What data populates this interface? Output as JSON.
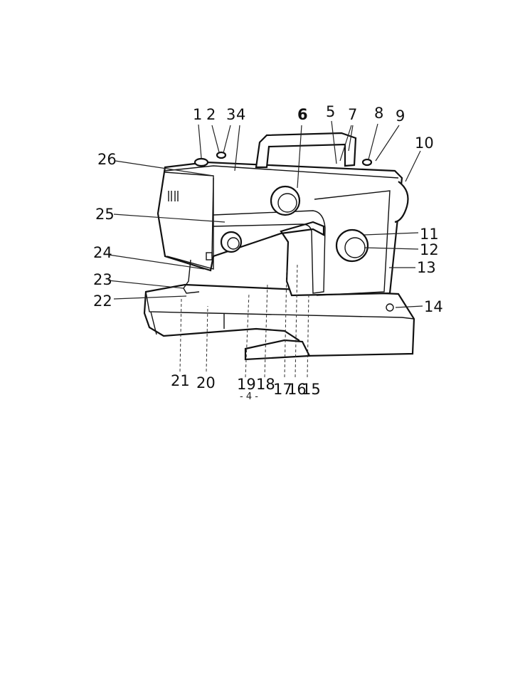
{
  "diagram": {
    "labels": {
      "l1": "1",
      "l2": "2",
      "l3": "3",
      "l4": "4",
      "l5": "5",
      "l6": "6",
      "l7": "7",
      "l8": "8",
      "l9": "9",
      "l10": "10",
      "l11": "11",
      "l12": "12",
      "l13": "13",
      "l14": "14",
      "l15": "15",
      "l16": "16",
      "l17": "17",
      "l18": "18",
      "l19": "19",
      "l20": "20",
      "l21": "21",
      "l22": "22",
      "l23": "23",
      "l24": "24",
      "l25": "25",
      "l26": "26"
    },
    "page_number": "- 4 -"
  }
}
